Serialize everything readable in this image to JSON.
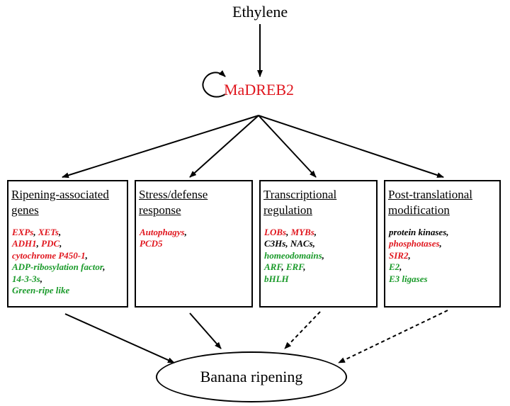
{
  "top": {
    "ethylene": "Ethylene",
    "madreb2": "MaDREB2"
  },
  "colors": {
    "red": "#e0171f",
    "green": "#1a9a2a",
    "black": "#000000"
  },
  "boxes": [
    {
      "id": "ripening",
      "title": [
        "Ripening-associated",
        "genes"
      ],
      "lines": [
        [
          {
            "t": "EXPs",
            "c": "red"
          },
          {
            "t": ", ",
            "c": "black"
          },
          {
            "t": "XETs",
            "c": "red"
          },
          {
            "t": ",",
            "c": "black"
          }
        ],
        [
          {
            "t": "ADH1",
            "c": "red"
          },
          {
            "t": ", ",
            "c": "black"
          },
          {
            "t": "PDC",
            "c": "red"
          },
          {
            "t": ",",
            "c": "black"
          }
        ],
        [
          {
            "t": "cytochrome P450-1",
            "c": "red"
          },
          {
            "t": ",",
            "c": "black"
          }
        ],
        [
          {
            "t": "ADP-ribosylation factor",
            "c": "green"
          },
          {
            "t": ",",
            "c": "black"
          }
        ],
        [
          {
            "t": "14-3-3s",
            "c": "green"
          },
          {
            "t": ",",
            "c": "black"
          }
        ],
        [
          {
            "t": "Green-ripe like",
            "c": "green"
          }
        ]
      ]
    },
    {
      "id": "stress",
      "title": [
        "Stress/defense",
        "response"
      ],
      "lines": [
        [
          {
            "t": "Autophagys",
            "c": "red"
          },
          {
            "t": ",",
            "c": "black"
          }
        ],
        [
          {
            "t": "PCD5",
            "c": "red"
          }
        ]
      ]
    },
    {
      "id": "transcription",
      "title": [
        "Transcriptional",
        "regulation"
      ],
      "lines": [
        [
          {
            "t": "LOBs",
            "c": "red"
          },
          {
            "t": ", ",
            "c": "black"
          },
          {
            "t": "MYBs",
            "c": "red"
          },
          {
            "t": ",",
            "c": "black"
          }
        ],
        [
          {
            "t": "C3Hs",
            "c": "black"
          },
          {
            "t": ", ",
            "c": "black"
          },
          {
            "t": "NACs",
            "c": "black"
          },
          {
            "t": ",",
            "c": "black"
          }
        ],
        [
          {
            "t": "homeodomains",
            "c": "green"
          },
          {
            "t": ",",
            "c": "black"
          }
        ],
        [
          {
            "t": "ARF",
            "c": "green"
          },
          {
            "t": ", ",
            "c": "black"
          },
          {
            "t": "ERF",
            "c": "green"
          },
          {
            "t": ",",
            "c": "black"
          }
        ],
        [
          {
            "t": "bHLH",
            "c": "green"
          }
        ]
      ]
    },
    {
      "id": "posttrans",
      "title": [
        "Post-translational",
        "modification"
      ],
      "lines": [
        [
          {
            "t": "protein kinases",
            "c": "black"
          },
          {
            "t": ",",
            "c": "black"
          }
        ],
        [
          {
            "t": "phosphotases",
            "c": "red"
          },
          {
            "t": ",",
            "c": "black"
          }
        ],
        [
          {
            "t": "SIR2",
            "c": "red"
          },
          {
            "t": ",",
            "c": "black"
          }
        ],
        [
          {
            "t": "E2",
            "c": "green"
          },
          {
            "t": ",",
            "c": "black"
          }
        ],
        [
          {
            "t": "E3 ligases",
            "c": "green"
          }
        ]
      ]
    }
  ],
  "outcome": {
    "label": "Banana ripening"
  },
  "edges": [
    {
      "from": "ethylene",
      "to": "madreb2",
      "style": "solid"
    },
    {
      "from": "madreb2",
      "to": "madreb2",
      "style": "self-loop"
    },
    {
      "from": "madreb2",
      "to": "ripening",
      "style": "solid"
    },
    {
      "from": "madreb2",
      "to": "stress",
      "style": "solid"
    },
    {
      "from": "madreb2",
      "to": "transcription",
      "style": "solid"
    },
    {
      "from": "madreb2",
      "to": "posttrans",
      "style": "solid"
    },
    {
      "from": "ripening",
      "to": "outcome",
      "style": "solid"
    },
    {
      "from": "stress",
      "to": "outcome",
      "style": "solid"
    },
    {
      "from": "transcription",
      "to": "outcome",
      "style": "dashed"
    },
    {
      "from": "posttrans",
      "to": "outcome",
      "style": "dashed"
    }
  ]
}
